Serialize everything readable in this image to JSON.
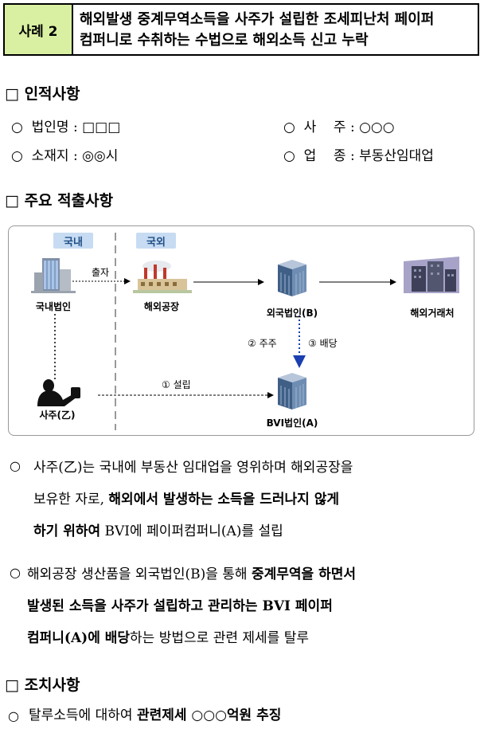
{
  "case": {
    "label": "사례 2",
    "title_line1": "해외발생 중계무역소득을 사주가 설립한 조세피난처 페이퍼",
    "title_line2": "컴퍼니로 수취하는 수법으로 해외소득 신고 누락"
  },
  "section_personal": {
    "title": "□ 인적사항",
    "rows": [
      {
        "left": "○  법인명 : □□□",
        "right": "○  사    주 : ○○○"
      },
      {
        "left": "○  소재지 : ◎◎시",
        "right": "○  업    종 : 부동산임대업"
      }
    ]
  },
  "section_findings": {
    "title": "□ 주요 적출사항"
  },
  "diagram": {
    "tag_domestic": "국내",
    "tag_overseas": "국외",
    "node_domestic_corp": "국내법인",
    "node_overseas_factory": "해외공장",
    "node_foreign_corp": "외국법인(B)",
    "node_overseas_client": "해외거래처",
    "node_owner": "사주(乙)",
    "node_bvi_corp": "BVI법인(A)",
    "edge_investment": "출자",
    "edge_shareholder": "② 주주",
    "edge_dividend": "③ 배당",
    "edge_establish": "① 설립"
  },
  "para1": {
    "bullet": "○",
    "line1": "사주(乙)는 국내에 부동산 임대업을 영위하며 해외공장을",
    "line2_normal": "보유한 자로, ",
    "line2_bold": "해외에서 발생하는 소득을 드러나지 않게",
    "line3_bold": "하기 위하여",
    "line3_normal": " BVI에 페이퍼컴퍼니(A)를 설립"
  },
  "para2": {
    "bullet": "○",
    "line1_normal": "해외공장 생산품을 외국법인(B)을 통해 ",
    "line1_bold": "중계무역을 하면서",
    "line2_bold1": "발생된 소득을 ",
    "line2_bold2": "사주가 설립하고 관리하는 BVI 페이퍼",
    "line3_bold": "컴퍼니(A)에 배당",
    "line3_normal": "하는 방법으로 관련 제세를 탈루"
  },
  "section_action": {
    "title": "□ 조치사항",
    "bullet": "○",
    "text_normal": "탈루소득에 대하여 ",
    "text_bold": "관련제세 ○○○억원 추징"
  }
}
